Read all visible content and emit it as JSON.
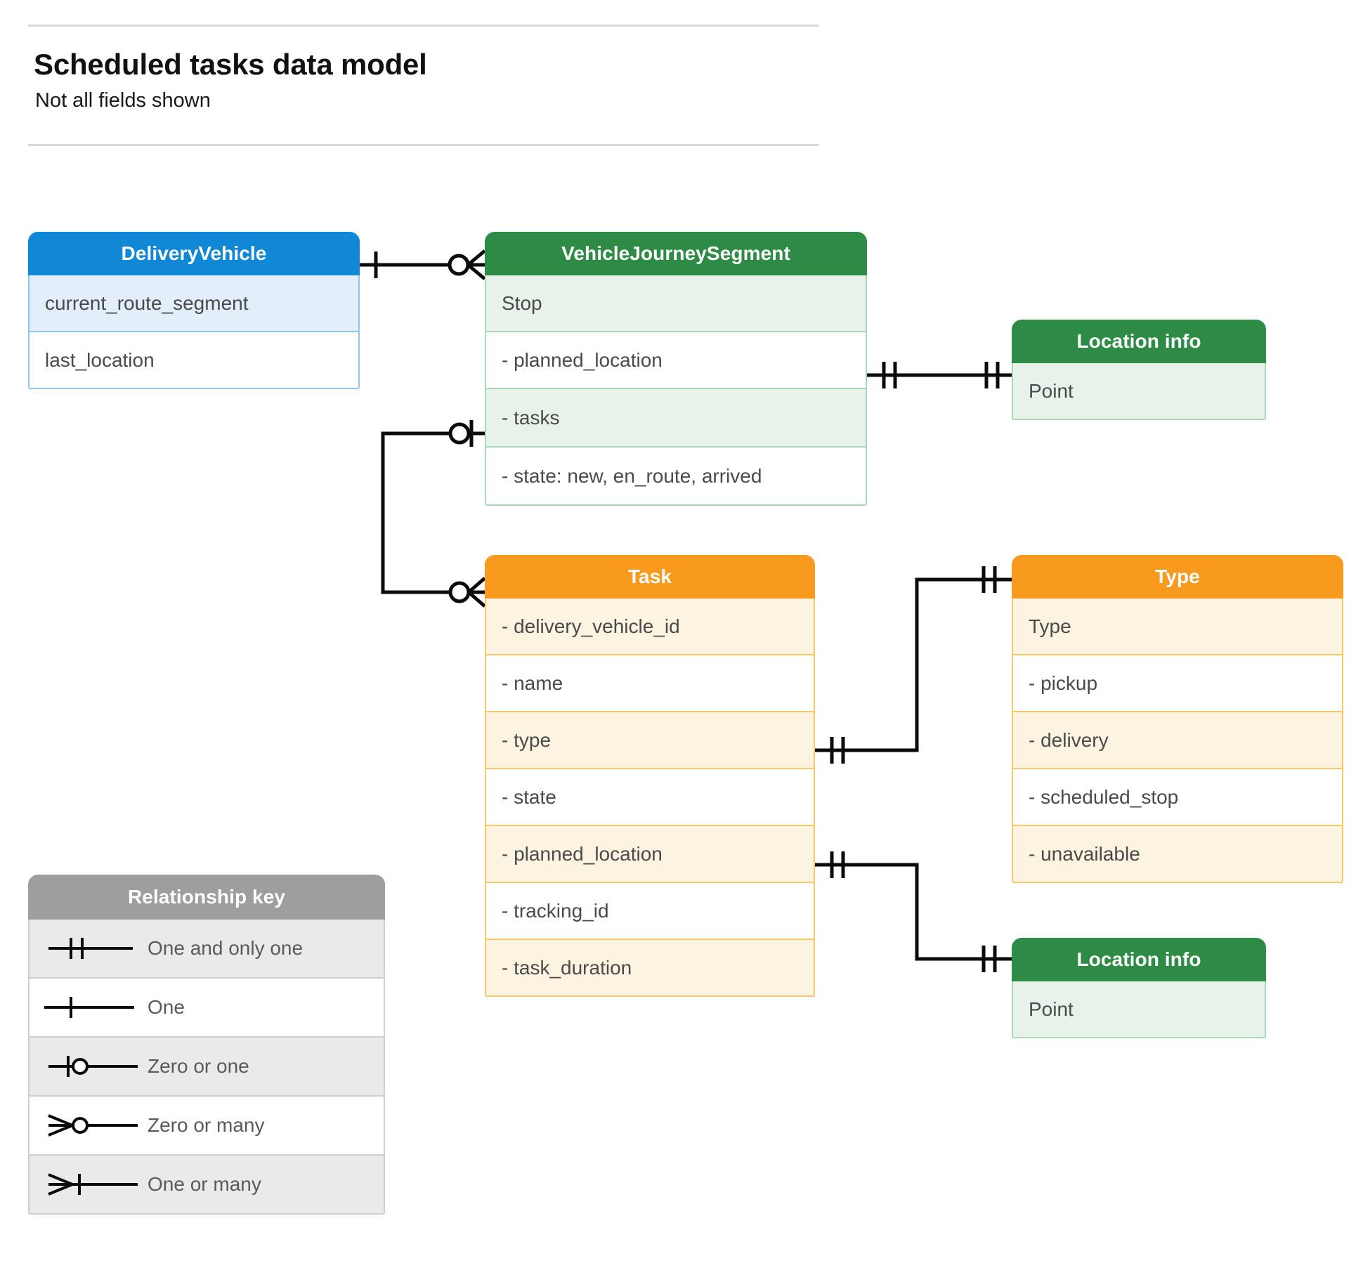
{
  "header": {
    "title": "Scheduled tasks data model",
    "subtitle": "Not all fields shown"
  },
  "entities": {
    "delivery_vehicle": {
      "title": "DeliveryVehicle",
      "color": "#1088d6",
      "rows": [
        "current_route_segment",
        "last_location"
      ]
    },
    "vehicle_journey_segment": {
      "title": "VehicleJourneySegment",
      "color": "#2e8b46",
      "rows": [
        "Stop",
        "-  planned_location",
        "- tasks",
        "- state: new, en_route, arrived"
      ]
    },
    "location_info_top": {
      "title": "Location info",
      "color": "#2e8b46",
      "rows": [
        "Point"
      ]
    },
    "task": {
      "title": "Task",
      "color": "#f79a1e",
      "rows": [
        "- delivery_vehicle_id",
        "- name",
        "- type",
        "- state",
        "- planned_location",
        "- tracking_id",
        "- task_duration"
      ]
    },
    "type": {
      "title": "Type",
      "color": "#f79a1e",
      "rows": [
        "Type",
        "-   pickup",
        "-   delivery",
        "-   scheduled_stop",
        "-   unavailable"
      ]
    },
    "location_info_bottom": {
      "title": "Location info",
      "color": "#2e8b46",
      "rows": [
        "Point"
      ]
    }
  },
  "legend": {
    "title": "Relationship key",
    "color": "#9e9e9e",
    "items": [
      {
        "label": "One and only one",
        "glyph": "one-and-only-one-symbol"
      },
      {
        "label": "One",
        "glyph": "one-symbol"
      },
      {
        "label": "Zero or one",
        "glyph": "zero-or-one-symbol"
      },
      {
        "label": "Zero or many",
        "glyph": "zero-or-many-symbol"
      },
      {
        "label": "One or many",
        "glyph": "one-or-many-symbol"
      }
    ]
  },
  "relationships": [
    {
      "from": "DeliveryVehicle",
      "to": "VehicleJourneySegment",
      "from_cardinality": "One",
      "to_cardinality": "Zero or many"
    },
    {
      "from": "VehicleJourneySegment.tasks",
      "to": "Task",
      "from_cardinality": "Zero or one",
      "to_cardinality": "Zero or many"
    },
    {
      "from": "VehicleJourneySegment.planned_location",
      "to": "Location info",
      "from_cardinality": "One and only one",
      "to_cardinality": "One and only one"
    },
    {
      "from": "Task.type",
      "to": "Type",
      "from_cardinality": "One and only one",
      "to_cardinality": "One and only one"
    },
    {
      "from": "Task.planned_location",
      "to": "Location info",
      "from_cardinality": "One and only one",
      "to_cardinality": "One and only one"
    }
  ]
}
